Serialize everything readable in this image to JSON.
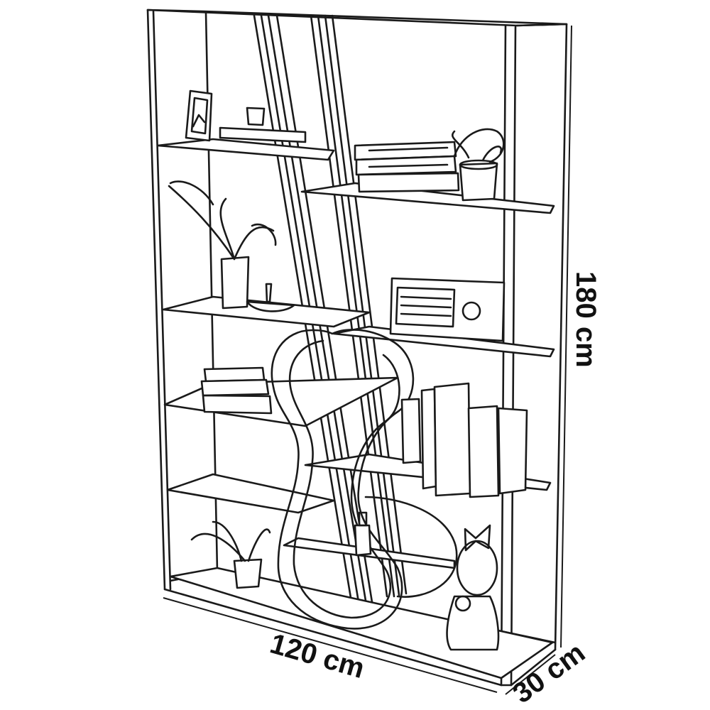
{
  "dimensions": {
    "height_label": "180 cm",
    "width_label": "120 cm",
    "depth_label": "30 cm"
  },
  "colors": {
    "line": "#1a1a1a",
    "background": "#ffffff",
    "shelf_fill": "#ffffff"
  }
}
